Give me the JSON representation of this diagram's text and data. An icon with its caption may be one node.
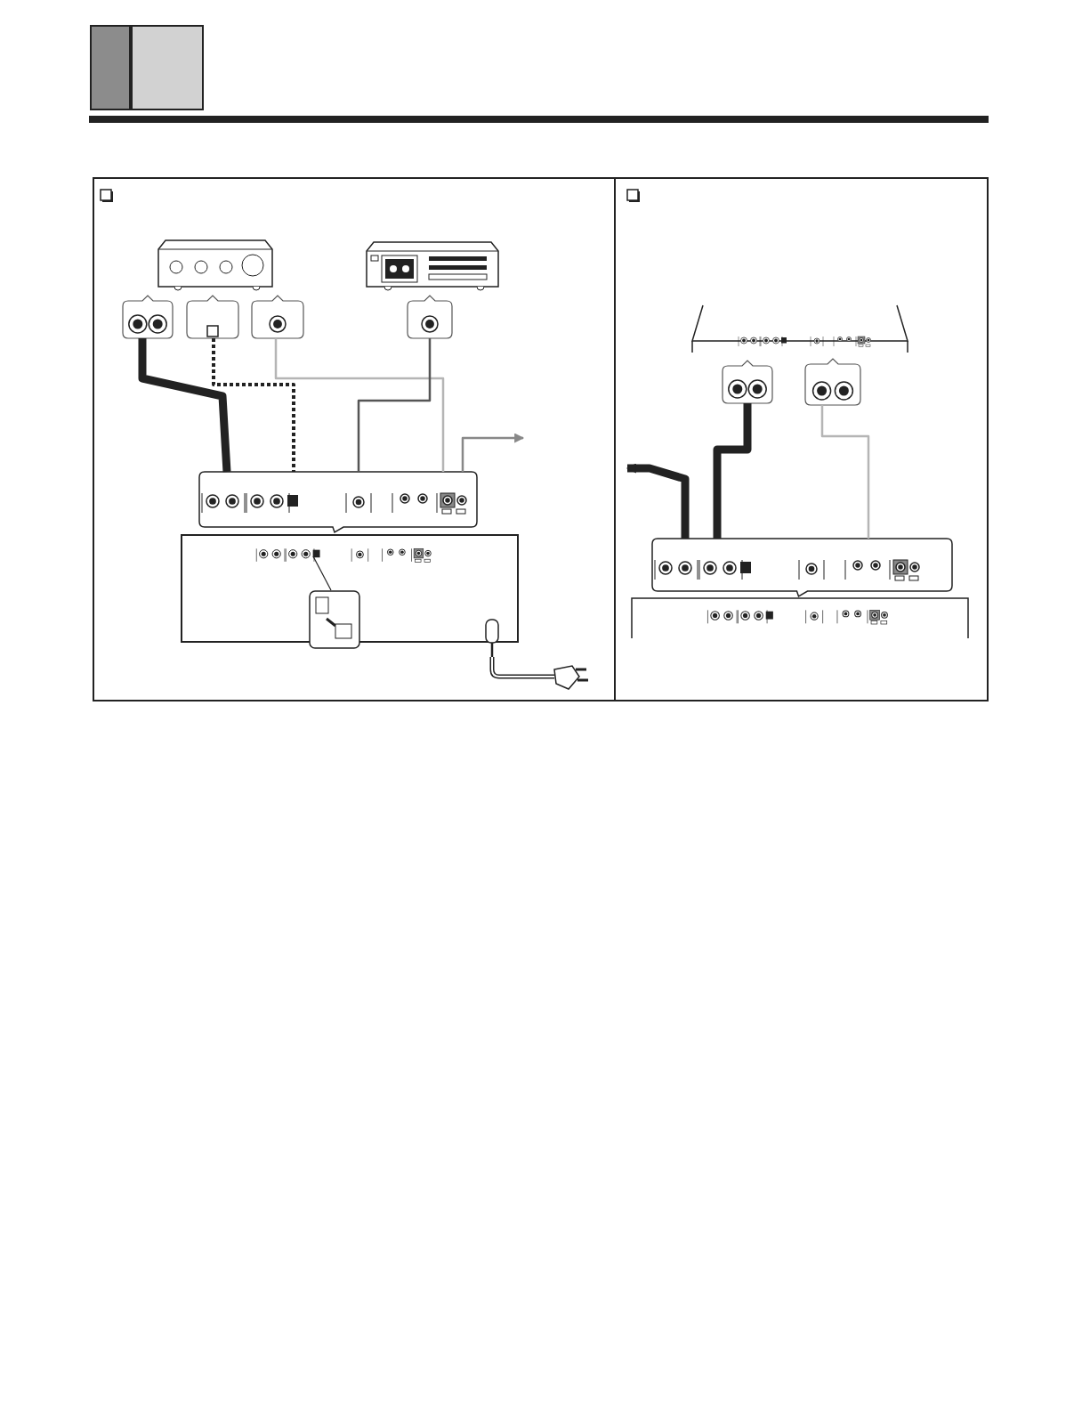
{
  "diagram": {
    "nodes": [
      {
        "text": [],
        "shape": "picture"
      },
      {
        "text": [],
        "shape": "picture"
      },
      {
        "text": [],
        "shape": "box"
      },
      {
        "text": [],
        "shape": "box"
      },
      {
        "text": [],
        "shape": "box"
      },
      {
        "text": [],
        "shape": "box"
      },
      {
        "text": [],
        "shape": "box"
      },
      {
        "text": [],
        "shape": "box"
      },
      {
        "text": [],
        "shape": "box"
      },
      {
        "text": [],
        "shape": "picture"
      },
      {
        "text": [],
        "shape": "box"
      },
      {
        "text": [],
        "shape": "box"
      },
      {
        "text": [],
        "shape": "box"
      },
      {
        "text": [],
        "shape": "box"
      },
      {
        "text": [],
        "shape": "box"
      }
    ],
    "edges": [
      {
        "from": 2,
        "to": 6,
        "arrow": "none",
        "style": "thick"
      },
      {
        "from": 3,
        "to": 6,
        "arrow": "none",
        "style": "dashed"
      },
      {
        "from": 4,
        "to": 6,
        "arrow": "none",
        "color": "#b5b5b5"
      },
      {
        "from": 5,
        "to": 6,
        "arrow": "none",
        "color": "#555555"
      },
      {
        "from": 6,
        "to": null,
        "arrow": "to",
        "color": "#888888"
      },
      {
        "from": 7,
        "to": 9,
        "arrow": "none"
      },
      {
        "from": 7,
        "to": 8,
        "arrow": "none"
      },
      {
        "from": 11,
        "to": 13,
        "arrow": "none",
        "style": "thick"
      },
      {
        "from": 12,
        "to": 13,
        "arrow": "none",
        "color": "#b5b5b5"
      },
      {
        "from": 13,
        "to": null,
        "arrow": "to",
        "style": "thick"
      }
    ]
  }
}
